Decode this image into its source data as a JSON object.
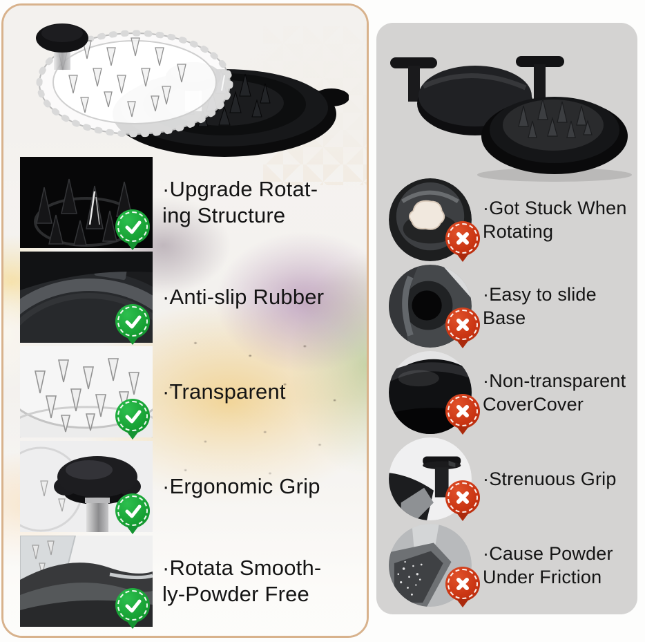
{
  "left_panel": {
    "name": "upgraded-product-advantages",
    "features": [
      {
        "label": "·Upgrade Rotat-\ning Structure",
        "image": "dark-spikes-photo",
        "icon": "check-icon"
      },
      {
        "label": "·Anti-slip Rubber",
        "image": "rubber-ring-photo",
        "icon": "check-icon"
      },
      {
        "label": "·Transparent",
        "image": "transparent-cover-photo",
        "icon": "check-icon"
      },
      {
        "label": "·Ergonomic Grip",
        "image": "ergonomic-knob-photo",
        "icon": "check-icon"
      },
      {
        "label": "·Rotata Smooth-\nly-Powder Free",
        "image": "smooth-base-photo",
        "icon": "check-icon"
      }
    ]
  },
  "right_panel": {
    "name": "competitor-product-drawbacks",
    "features": [
      {
        "label": "·Got Stuck When\nRotating",
        "image": "stuck-meat-photo",
        "icon": "cross-icon"
      },
      {
        "label": "·Easy to slide Base",
        "image": "slide-base-photo",
        "icon": "cross-icon"
      },
      {
        "label": "·Non-transparent\nCoverCover",
        "image": "opaque-cover-photo",
        "icon": "cross-icon"
      },
      {
        "label": "·Strenuous Grip",
        "image": "strenuous-knob-photo",
        "icon": "cross-icon"
      },
      {
        "label": "·Cause Powder\nUnder Friction",
        "image": "powder-friction-photo",
        "icon": "cross-icon"
      }
    ]
  },
  "colors": {
    "check_green": "#17a134",
    "cross_red": "#c93412",
    "left_panel_border": "#d8b28c",
    "right_panel_bg": "#d4d3d2",
    "text": "#141414"
  }
}
